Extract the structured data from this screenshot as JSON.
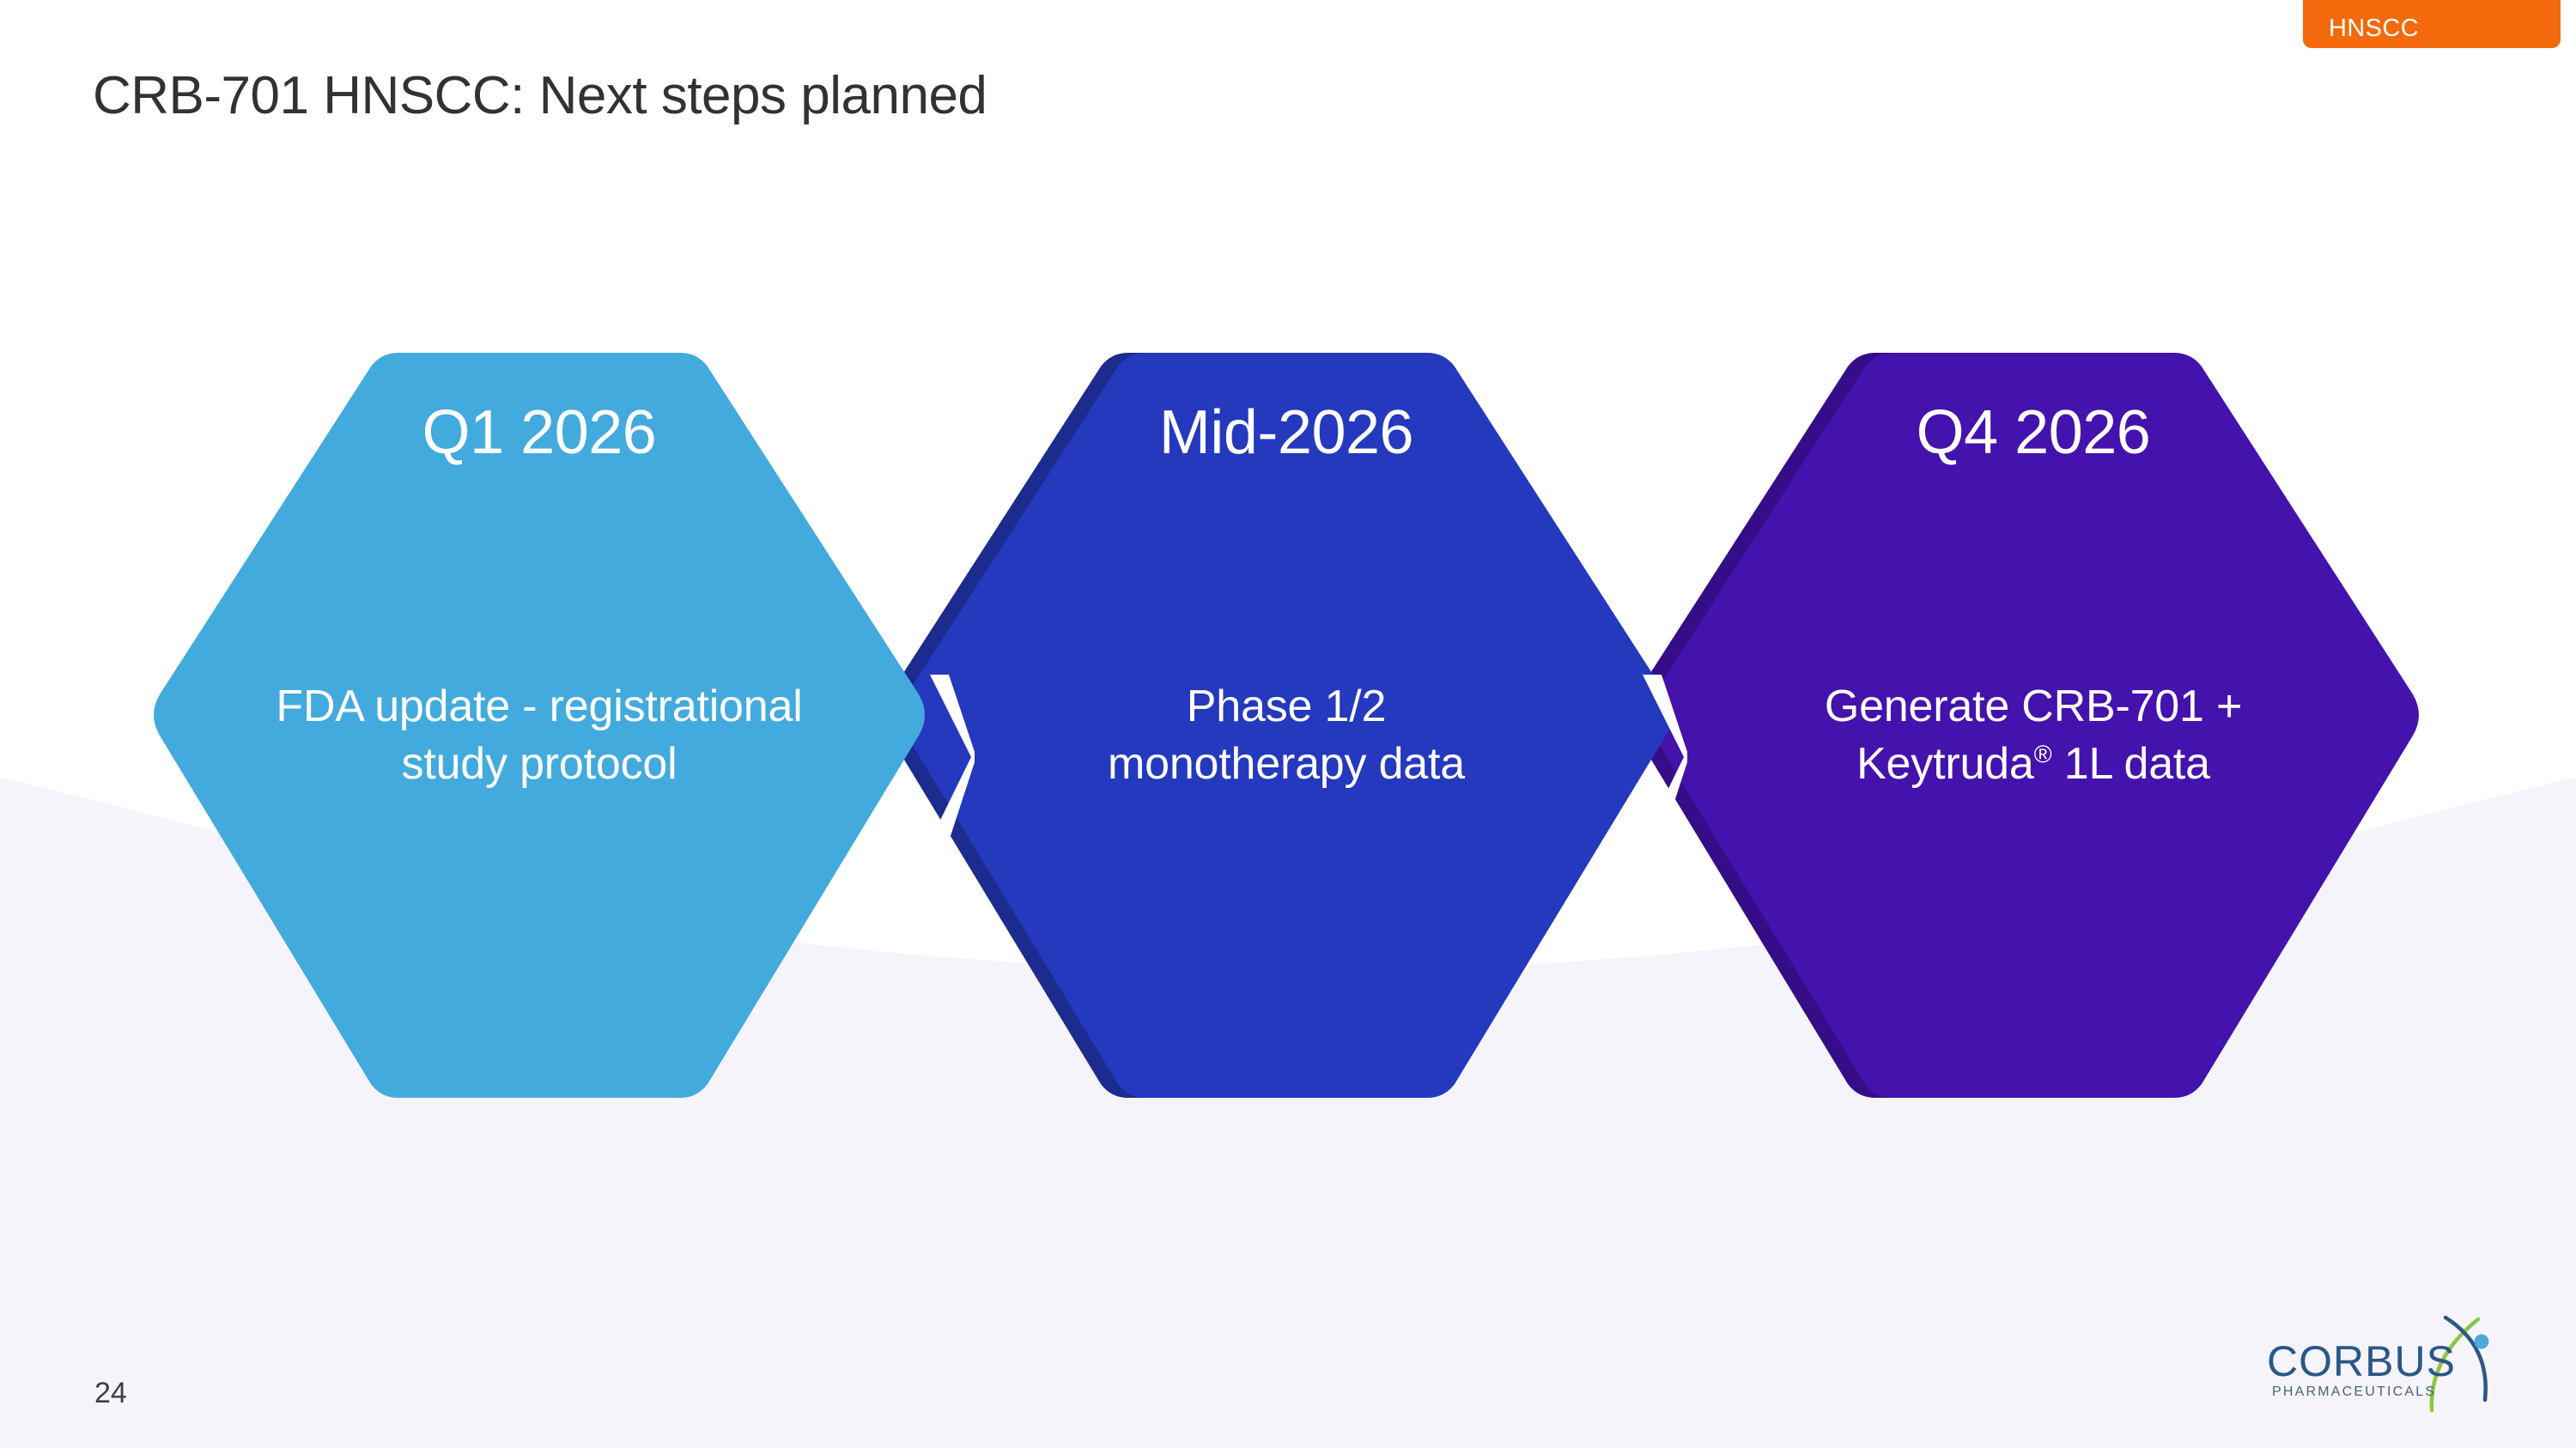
{
  "slide": {
    "title": "CRB-701 HNSCC: Next steps planned",
    "page_number": "24",
    "category_tab": {
      "label": "HNSCC",
      "color": "#F26A0C",
      "text_color": "#FFFFFF"
    },
    "background": {
      "page_color": "#FFFFFF",
      "wave_color": "#F4F4FA"
    },
    "title_color": "#323232"
  },
  "timeline": {
    "type": "chevron-hexagon-sequence",
    "separator_icon": "chevron-right-icon",
    "separator_color": "#FFFFFF",
    "steps": [
      {
        "period": "Q1 2026",
        "description": "FDA update - registrational study protocol",
        "description_line1": "FDA update - registrational",
        "description_line2": "study protocol",
        "fill": "#43AADE",
        "shadow": "#2E7FB0",
        "text_color": "#FFFFFF"
      },
      {
        "period": "Mid-2026",
        "description": "Phase 1/2 monotherapy data",
        "description_line1": "Phase 1/2",
        "description_line2": "monotherapy data",
        "fill": "#2439BE",
        "shadow": "#1C2B8E",
        "text_color": "#FFFFFF"
      },
      {
        "period": "Q4 2026",
        "description": "Generate CRB-701 + Keytruda® 1L data",
        "description_line1": "Generate CRB-701 +",
        "description_line2_pre": "Keytruda",
        "description_line2_sup": "®",
        "description_line2_post": " 1L data",
        "fill": "#4412AD",
        "shadow": "#350D88",
        "text_color": "#FFFFFF"
      }
    ]
  },
  "logo": {
    "wordmark": "CORBUS",
    "tagline": "PHARMACEUTICALS",
    "wordmark_color": "#2B5788",
    "tagline_color": "#4A6278",
    "arc_color": "#2B5788",
    "swoosh_color": "#8CC63F",
    "dot_color": "#4FA8DD"
  }
}
